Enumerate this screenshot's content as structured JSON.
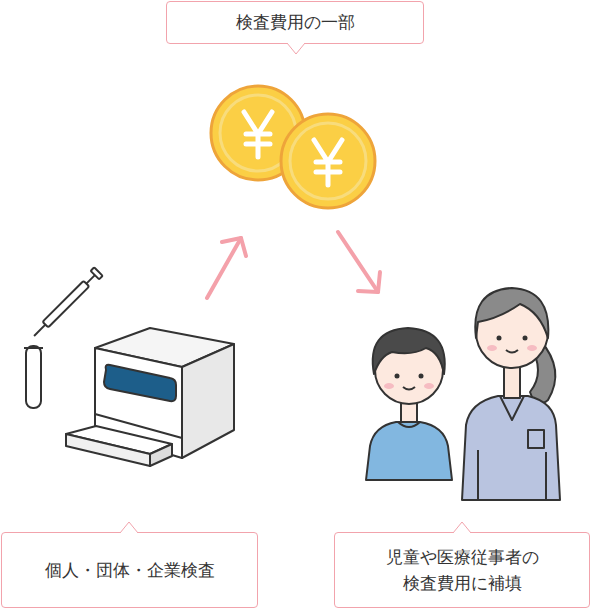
{
  "diagram": {
    "nodes": [
      {
        "text": [
          "検査費用の一部"
        ]
      },
      {
        "text": [
          "個人・団体・企業検査"
        ]
      },
      {
        "text": [
          "児童や医療従事者の 検査費用に補填"
        ]
      }
    ]
  }
}
